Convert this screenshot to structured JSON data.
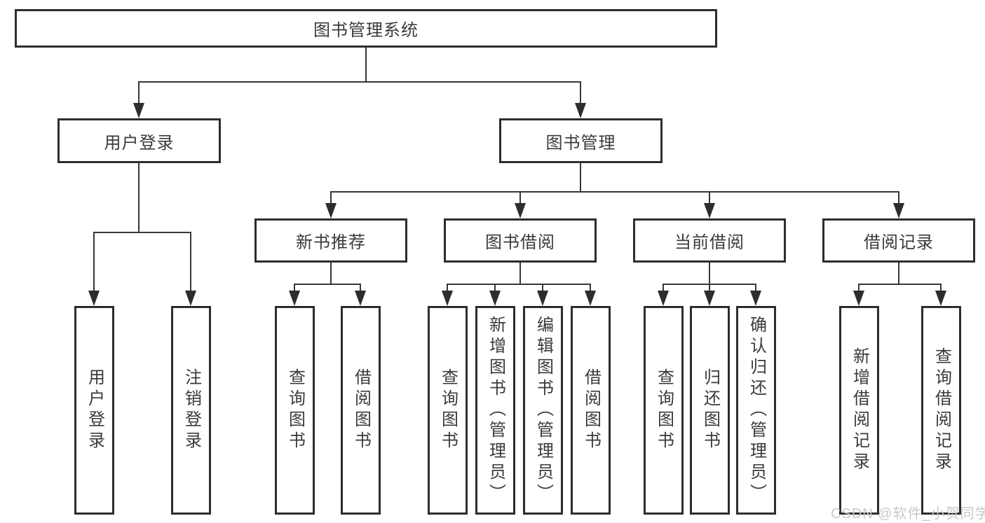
{
  "root": {
    "label": "图书管理系统"
  },
  "level2": [
    {
      "label": "用户登录"
    },
    {
      "label": "图书管理"
    }
  ],
  "level3": [
    {
      "label": "新书推荐"
    },
    {
      "label": "图书借阅"
    },
    {
      "label": "当前借阅"
    },
    {
      "label": "借阅记录"
    }
  ],
  "leaves": [
    {
      "group": "用户登录",
      "label": "用户登录"
    },
    {
      "group": "用户登录",
      "label": "注销登录"
    },
    {
      "group": "新书推荐",
      "label": "查询图书"
    },
    {
      "group": "新书推荐",
      "label": "借阅图书"
    },
    {
      "group": "图书借阅",
      "label": "查询图书"
    },
    {
      "group": "图书借阅",
      "label": "新增图书（管理员）"
    },
    {
      "group": "图书借阅",
      "label": "编辑图书（管理员）"
    },
    {
      "group": "图书借阅",
      "label": "借阅图书"
    },
    {
      "group": "当前借阅",
      "label": "查询图书"
    },
    {
      "group": "当前借阅",
      "label": "归还图书"
    },
    {
      "group": "当前借阅",
      "label": "确认归还（管理员）"
    },
    {
      "group": "借阅记录",
      "label": "新增借阅记录"
    },
    {
      "group": "借阅记录",
      "label": "查询借阅记录"
    }
  ],
  "watermark": {
    "text": "CSDN @软件_小贺同学"
  },
  "colors": {
    "background": "#ffffff",
    "box_border": "#2d2d2d",
    "line": "#373737",
    "text": "#3a3a3a",
    "watermark": "#c8c8c8"
  }
}
